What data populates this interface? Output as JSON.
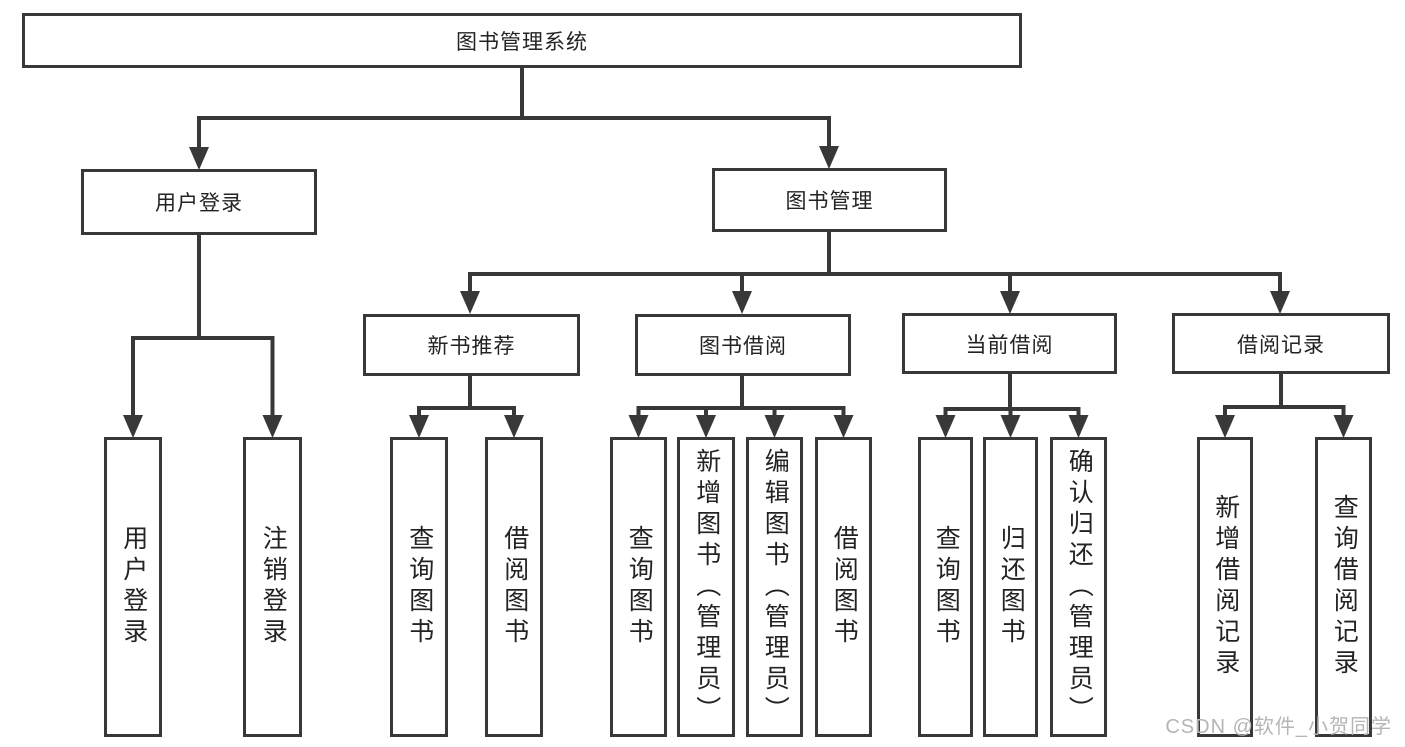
{
  "diagram": {
    "root": {
      "label": "图书管理系统"
    },
    "children": [
      {
        "label": "用户登录",
        "children": [
          {
            "label": "用户登录"
          },
          {
            "label": "注销登录"
          }
        ]
      },
      {
        "label": "图书管理",
        "children": [
          {
            "label": "新书推荐",
            "children": [
              {
                "label": "查询图书"
              },
              {
                "label": "借阅图书"
              }
            ]
          },
          {
            "label": "图书借阅",
            "children": [
              {
                "label": "查询图书"
              },
              {
                "label": "新增图书（管理员）"
              },
              {
                "label": "编辑图书（管理员）"
              },
              {
                "label": "借阅图书"
              }
            ]
          },
          {
            "label": "当前借阅",
            "children": [
              {
                "label": "查询图书"
              },
              {
                "label": "归还图书"
              },
              {
                "label": "确认归还（管理员）"
              }
            ]
          },
          {
            "label": "借阅记录",
            "children": [
              {
                "label": "新增借阅记录"
              },
              {
                "label": "查询借阅记录"
              }
            ]
          }
        ]
      }
    ]
  },
  "watermark": {
    "text": "CSDN @软件_小贺同学"
  },
  "colors": {
    "line": "#383838",
    "text": "#232323",
    "bg": "#ffffff",
    "watermark": "#b5b5b5"
  }
}
